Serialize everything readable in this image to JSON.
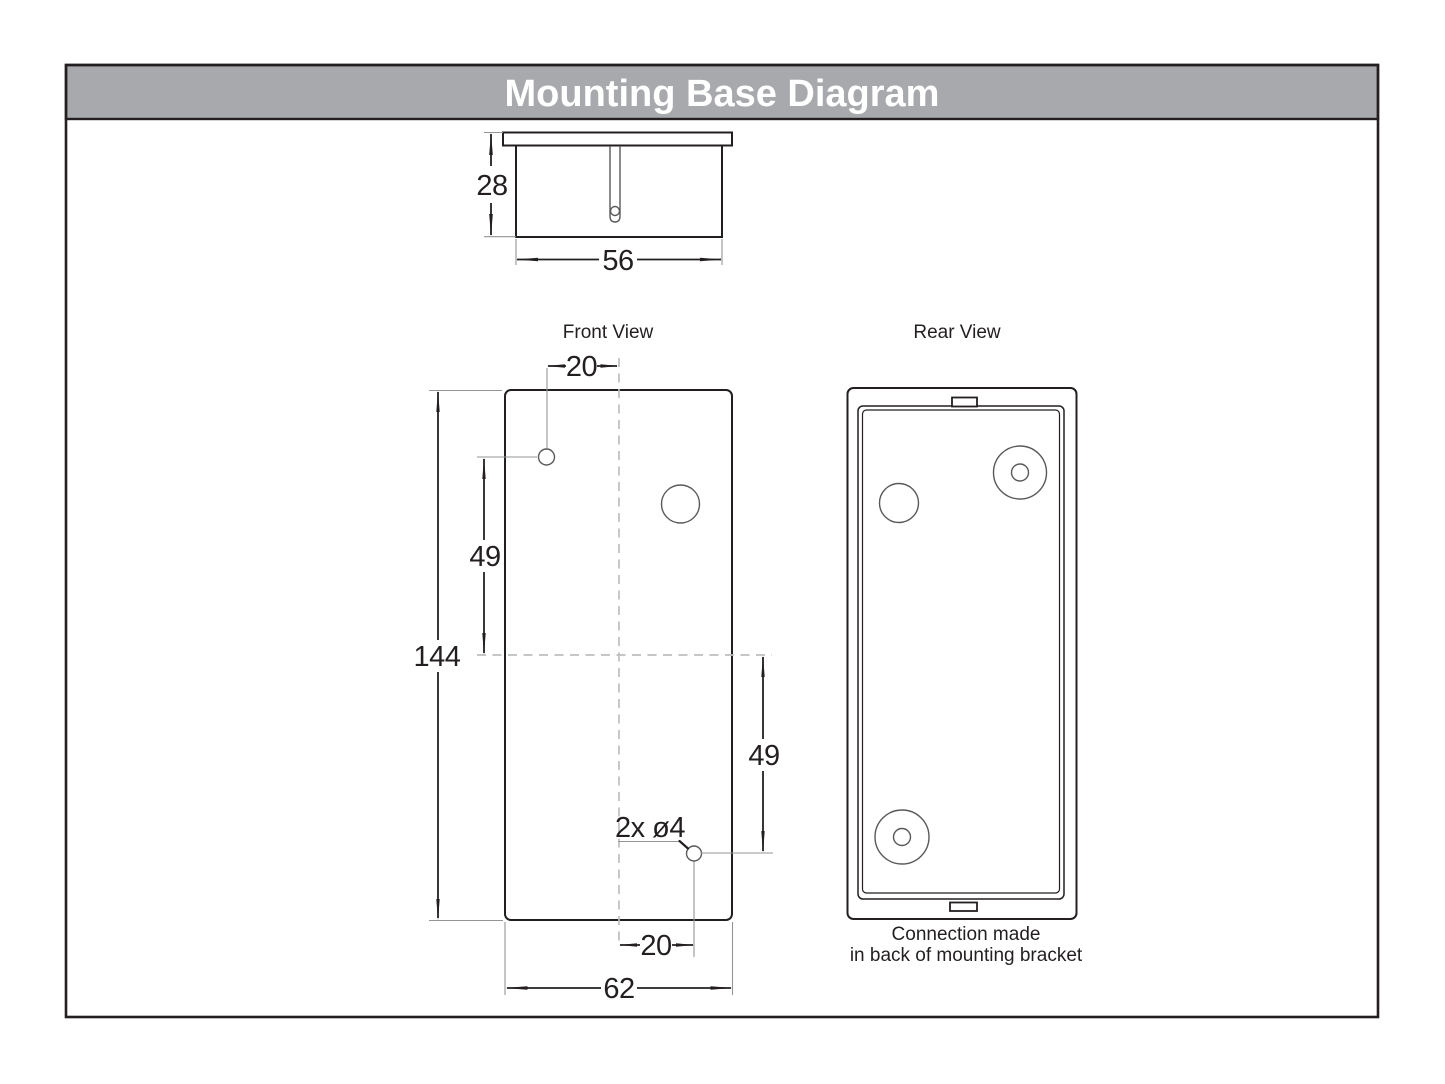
{
  "title": "Mounting Base Diagram",
  "colors": {
    "title_bar_bg": "#a7a9ac",
    "title_text": "#ffffff",
    "line": "#231f20",
    "medium_line": "#58595b",
    "thin_line": "#939598",
    "dashed_line": "#bcbec0"
  },
  "top_view": {
    "height_dim": "28",
    "width_dim": "56"
  },
  "front_view": {
    "label": "Front View",
    "hole_offset_top_dim": "20",
    "upper_hole_spacing_dim": "49",
    "overall_height_dim": "144",
    "lower_hole_spacing_dim": "49",
    "hole_diameter_callout": "2x ø4",
    "hole_offset_bottom_dim": "20",
    "overall_width_dim": "62"
  },
  "rear_view": {
    "label": "Rear View",
    "caption_line1": "Connection made",
    "caption_line2": "in back of mounting bracket"
  }
}
